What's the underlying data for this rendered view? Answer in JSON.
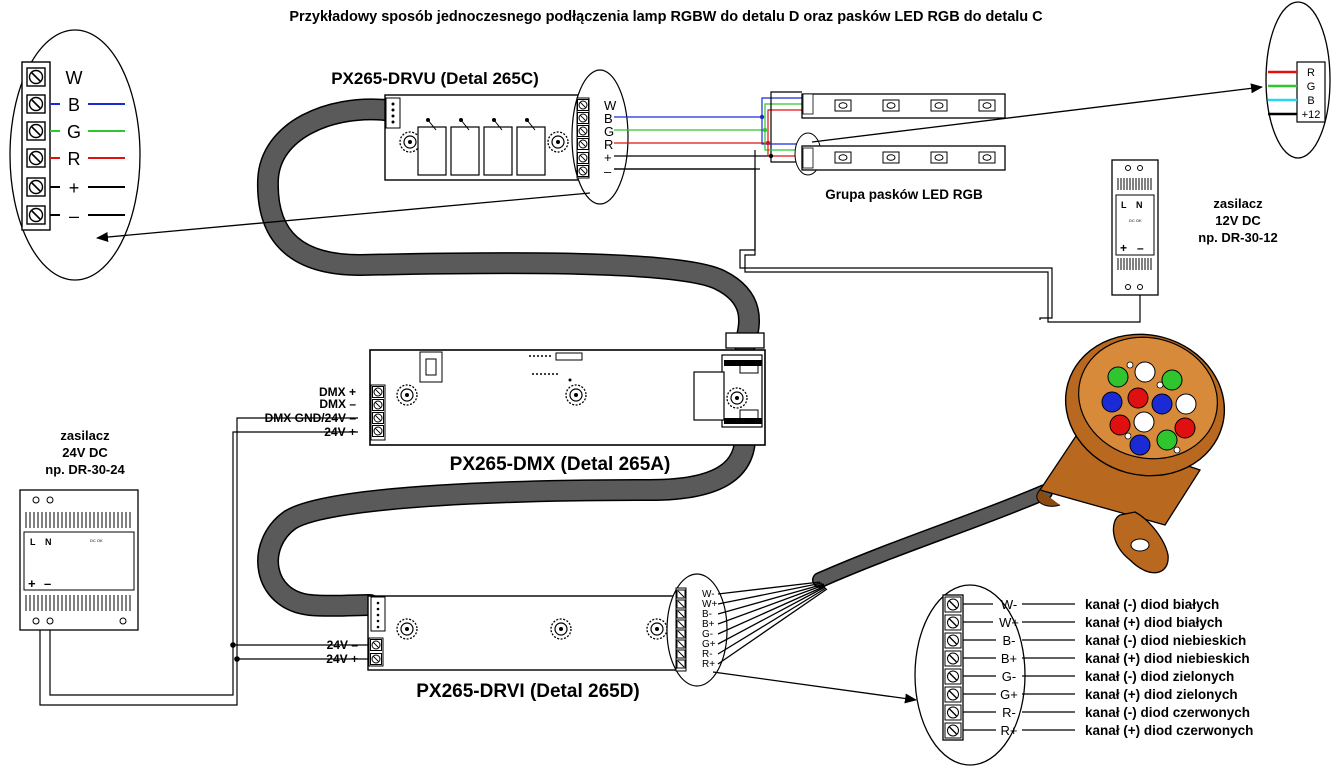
{
  "title": "Przykładowy sposób jednoczesnego podłączenia lamp RGBW do detalu D oraz pasków LED RGB do detalu C",
  "modules": {
    "drvu": "PX265-DRVU (Detal 265C)",
    "dmx": "PX265-DMX (Detal 265A)",
    "drvi": "PX265-DRVI (Detal 265D)"
  },
  "led_group_label": "Grupa pasków LED RGB",
  "psu_12": {
    "line1": "zasilacz",
    "line2": "12V DC",
    "line3": "np. DR-30-12",
    "L": "L",
    "N": "N",
    "plus": "+",
    "minus": "–",
    "dcok": "DC OK"
  },
  "psu_24": {
    "line1": "zasilacz",
    "line2": "24V DC",
    "line3": "np. DR-30-24",
    "L": "L",
    "N": "N",
    "plus": "+",
    "minus": "–",
    "dcok": "DC OK"
  },
  "drvu_terminals": [
    "W",
    "B",
    "G",
    "R",
    "+",
    "–"
  ],
  "drvu_zoom_terminals": [
    "W",
    "B",
    "G",
    "R",
    "+",
    "–"
  ],
  "strip_terminals": [
    "R",
    "G",
    "B",
    "+12"
  ],
  "dmx_terminals": [
    "DMX +",
    "DMX –",
    "DMX GND/24V –",
    "24V +"
  ],
  "drvi_power_terminals": [
    "24V –",
    "24V +"
  ],
  "drvi_terminals": [
    "W-",
    "W+",
    "B-",
    "B+",
    "G-",
    "G+",
    "R-",
    "R+"
  ],
  "drvi_zoom_terminals": [
    "W-",
    "W+",
    "B-",
    "B+",
    "G-",
    "G+",
    "R-",
    "R+"
  ],
  "channels": [
    "kanał (-) diod białych",
    "kanał (+) diod białych",
    "kanał (-) diod niebieskich",
    "kanał (+) diod niebieskich",
    "kanał (-) diod zielonych",
    "kanał (+) diod zielonych",
    "kanał (-) diod czerwonych",
    "kanał (+) diod czerwonych"
  ],
  "colors": {
    "blue": "#1a2bd6",
    "green": "#2ec52e",
    "red": "#e01010",
    "cyan": "#27d7f0",
    "cable": "#555555",
    "lamp_body": "#b8691f",
    "line": "#000000"
  },
  "icons": [
    "screw-terminal-icon",
    "potentiometer-icon",
    "arrow-icon",
    "led-lamp-icon",
    "led-strip-icon",
    "psu-icon"
  ]
}
